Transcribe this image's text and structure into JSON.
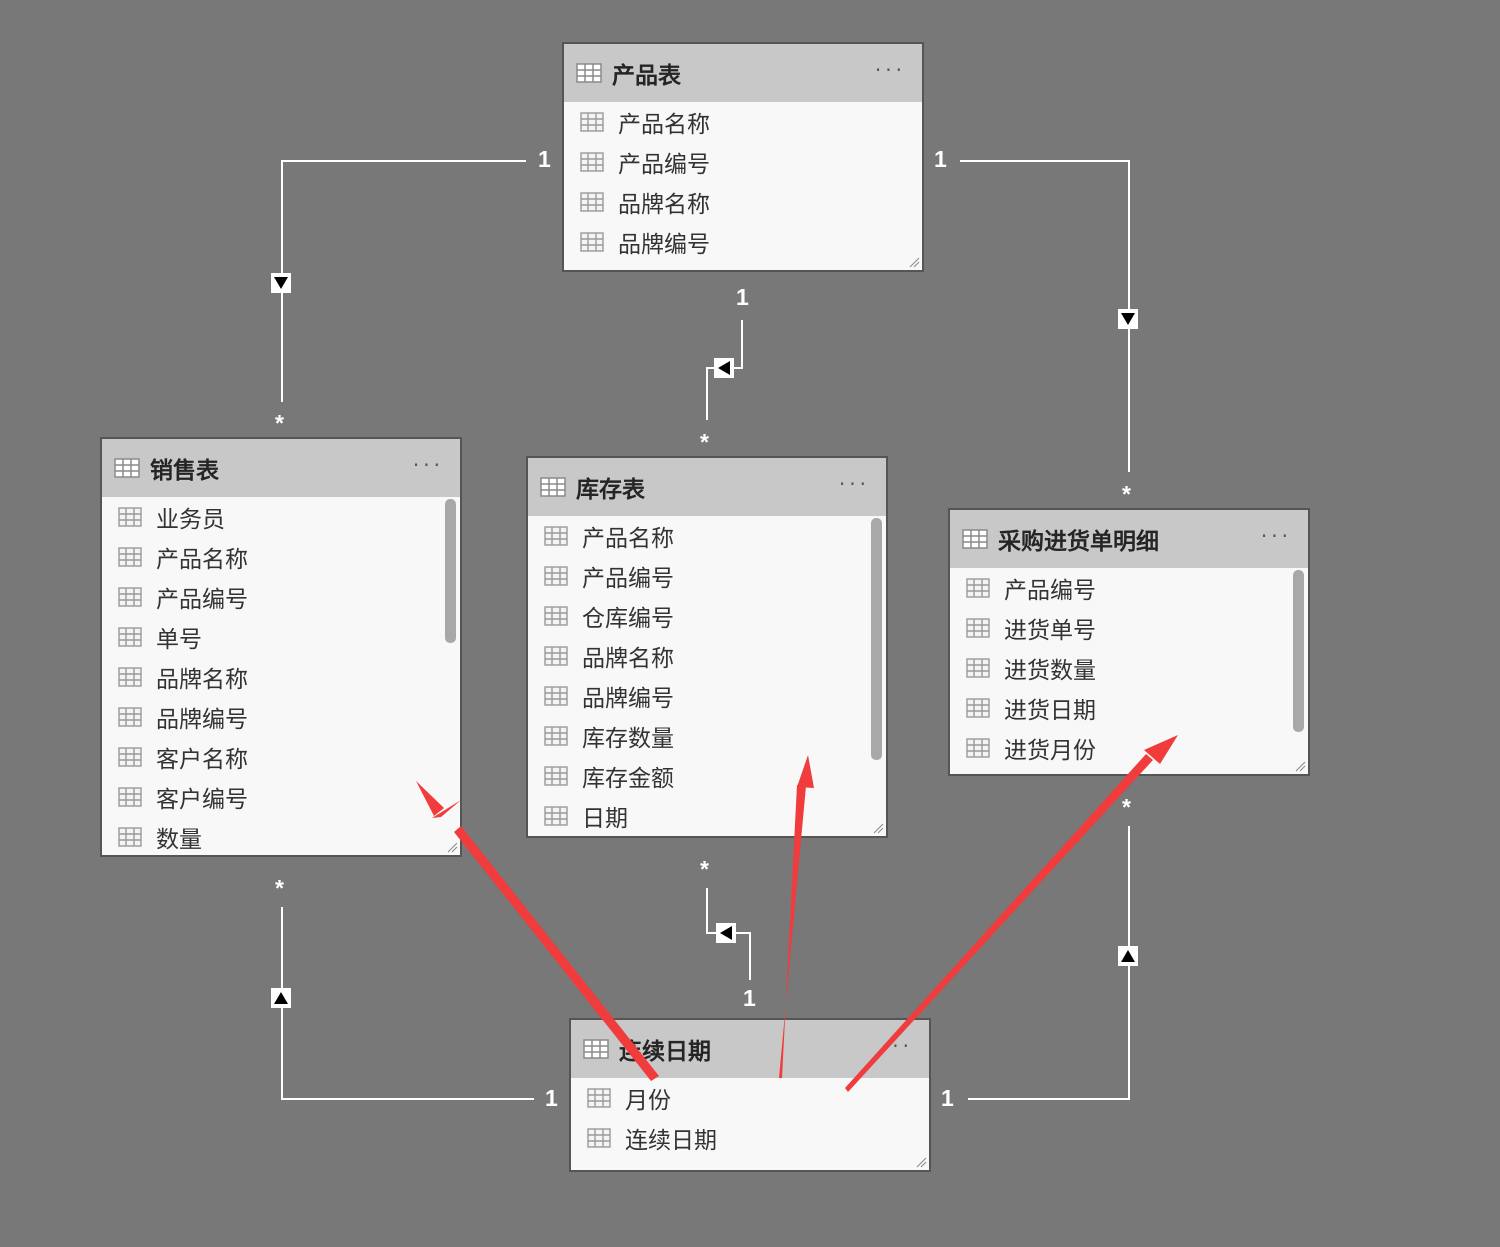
{
  "tables": {
    "product": {
      "title": "产品表",
      "fields": [
        "产品名称",
        "产品编号",
        "品牌名称",
        "品牌编号"
      ]
    },
    "sales": {
      "title": "销售表",
      "fields": [
        "业务员",
        "产品名称",
        "产品编号",
        "单号",
        "品牌名称",
        "品牌编号",
        "客户名称",
        "客户编号",
        "数量"
      ]
    },
    "inventory": {
      "title": "库存表",
      "fields": [
        "产品名称",
        "产品编号",
        "仓库编号",
        "品牌名称",
        "品牌编号",
        "库存数量",
        "库存金额",
        "日期"
      ]
    },
    "purchase": {
      "title": "采购进货单明细",
      "fields": [
        "产品编号",
        "进货单号",
        "进货数量",
        "进货日期",
        "进货月份"
      ]
    },
    "dates": {
      "title": "连续日期",
      "fields": [
        "月份",
        "连续日期"
      ]
    }
  },
  "relationships": [
    {
      "from": "product",
      "to": "sales",
      "one": "1",
      "many": "*",
      "direction": "down"
    },
    {
      "from": "product",
      "to": "inventory",
      "one": "1",
      "many": "*",
      "direction": "left"
    },
    {
      "from": "product",
      "to": "purchase",
      "one": "1",
      "many": "*",
      "direction": "down"
    },
    {
      "from": "dates",
      "to": "sales",
      "one": "1",
      "many": "*",
      "direction": "up"
    },
    {
      "from": "dates",
      "to": "inventory",
      "one": "1",
      "many": "*",
      "direction": "left"
    },
    {
      "from": "dates",
      "to": "purchase",
      "one": "1",
      "many": "*",
      "direction": "up"
    }
  ],
  "more_icon": "ellipsis-icon",
  "colors": {
    "canvas": "#787878",
    "header": "#c8c8c8",
    "annotation": "#f03c3c"
  }
}
